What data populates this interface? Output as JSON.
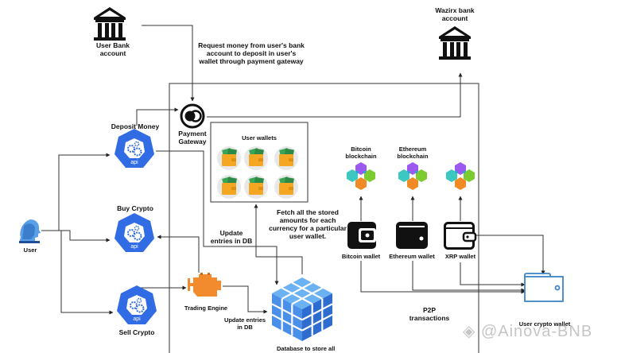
{
  "nodes": {
    "user_bank": {
      "label": "User Bank\naccount",
      "icon": "bank-icon"
    },
    "wazirx_bank": {
      "label": "Wazirx bank\naccount",
      "icon": "bank-icon"
    },
    "payment_gateway": {
      "label": "Payment\nGateway",
      "icon": "payment-gateway-icon"
    },
    "deposit_money": {
      "label": "Deposit Money",
      "icon": "api-icon",
      "icon_text": "api"
    },
    "buy_crypto": {
      "label": "Buy Crypto",
      "icon": "api-icon",
      "icon_text": "api"
    },
    "sell_crypto": {
      "label": "Sell Crypto",
      "icon": "api-icon",
      "icon_text": "api"
    },
    "user": {
      "label": "User",
      "icon": "user-icon"
    },
    "user_wallets": {
      "label": "User wallets",
      "count": 6,
      "icon": "money-wallet-icon"
    },
    "trading_engine": {
      "label": "Trading Engine",
      "icon": "engine-icon"
    },
    "database": {
      "label": "Database to store all",
      "icon": "database-cube-icon"
    },
    "bitcoin_blockchain": {
      "label": "Bitcoin\nblockchain",
      "icon": "blockchain-icon"
    },
    "ethereum_blockchain": {
      "label": "Ethereum\nblockchain",
      "icon": "blockchain-icon"
    },
    "xrp_blockchain": {
      "label": "",
      "icon": "blockchain-icon"
    },
    "bitcoin_wallet": {
      "label": "Bitcoin wallet",
      "icon": "wallet-icon"
    },
    "ethereum_wallet": {
      "label": "Ethereum wallet",
      "icon": "wallet-icon"
    },
    "xrp_wallet": {
      "label": "XRP wallet",
      "icon": "wallet-outline-icon"
    },
    "user_crypto_wallet": {
      "label": "User crypto wallet",
      "icon": "folder-wallet-icon"
    }
  },
  "annotations": {
    "request_money": "Request money from user's bank\naccount to deposit in user's\nwallet through payment gateway",
    "fetch_amounts": "Fetch all the stored\namounts for each\ncurrency for a particular\nuser wallet.",
    "update_entries_1": "Update\nentries in DB",
    "update_entries_2": "Update entries\nin DB",
    "p2p": "P2P\ntransactions"
  },
  "watermark": "@Ainova-BNB",
  "colors": {
    "api_blue": "#326ce5",
    "engine_orange": "#f28a2e",
    "db_blue": "#4a8fe8",
    "wallet_orange": "#f5a623",
    "money_green": "#3aa655",
    "crypto_wallet_blue": "#3d85c6",
    "line": "#333333"
  }
}
